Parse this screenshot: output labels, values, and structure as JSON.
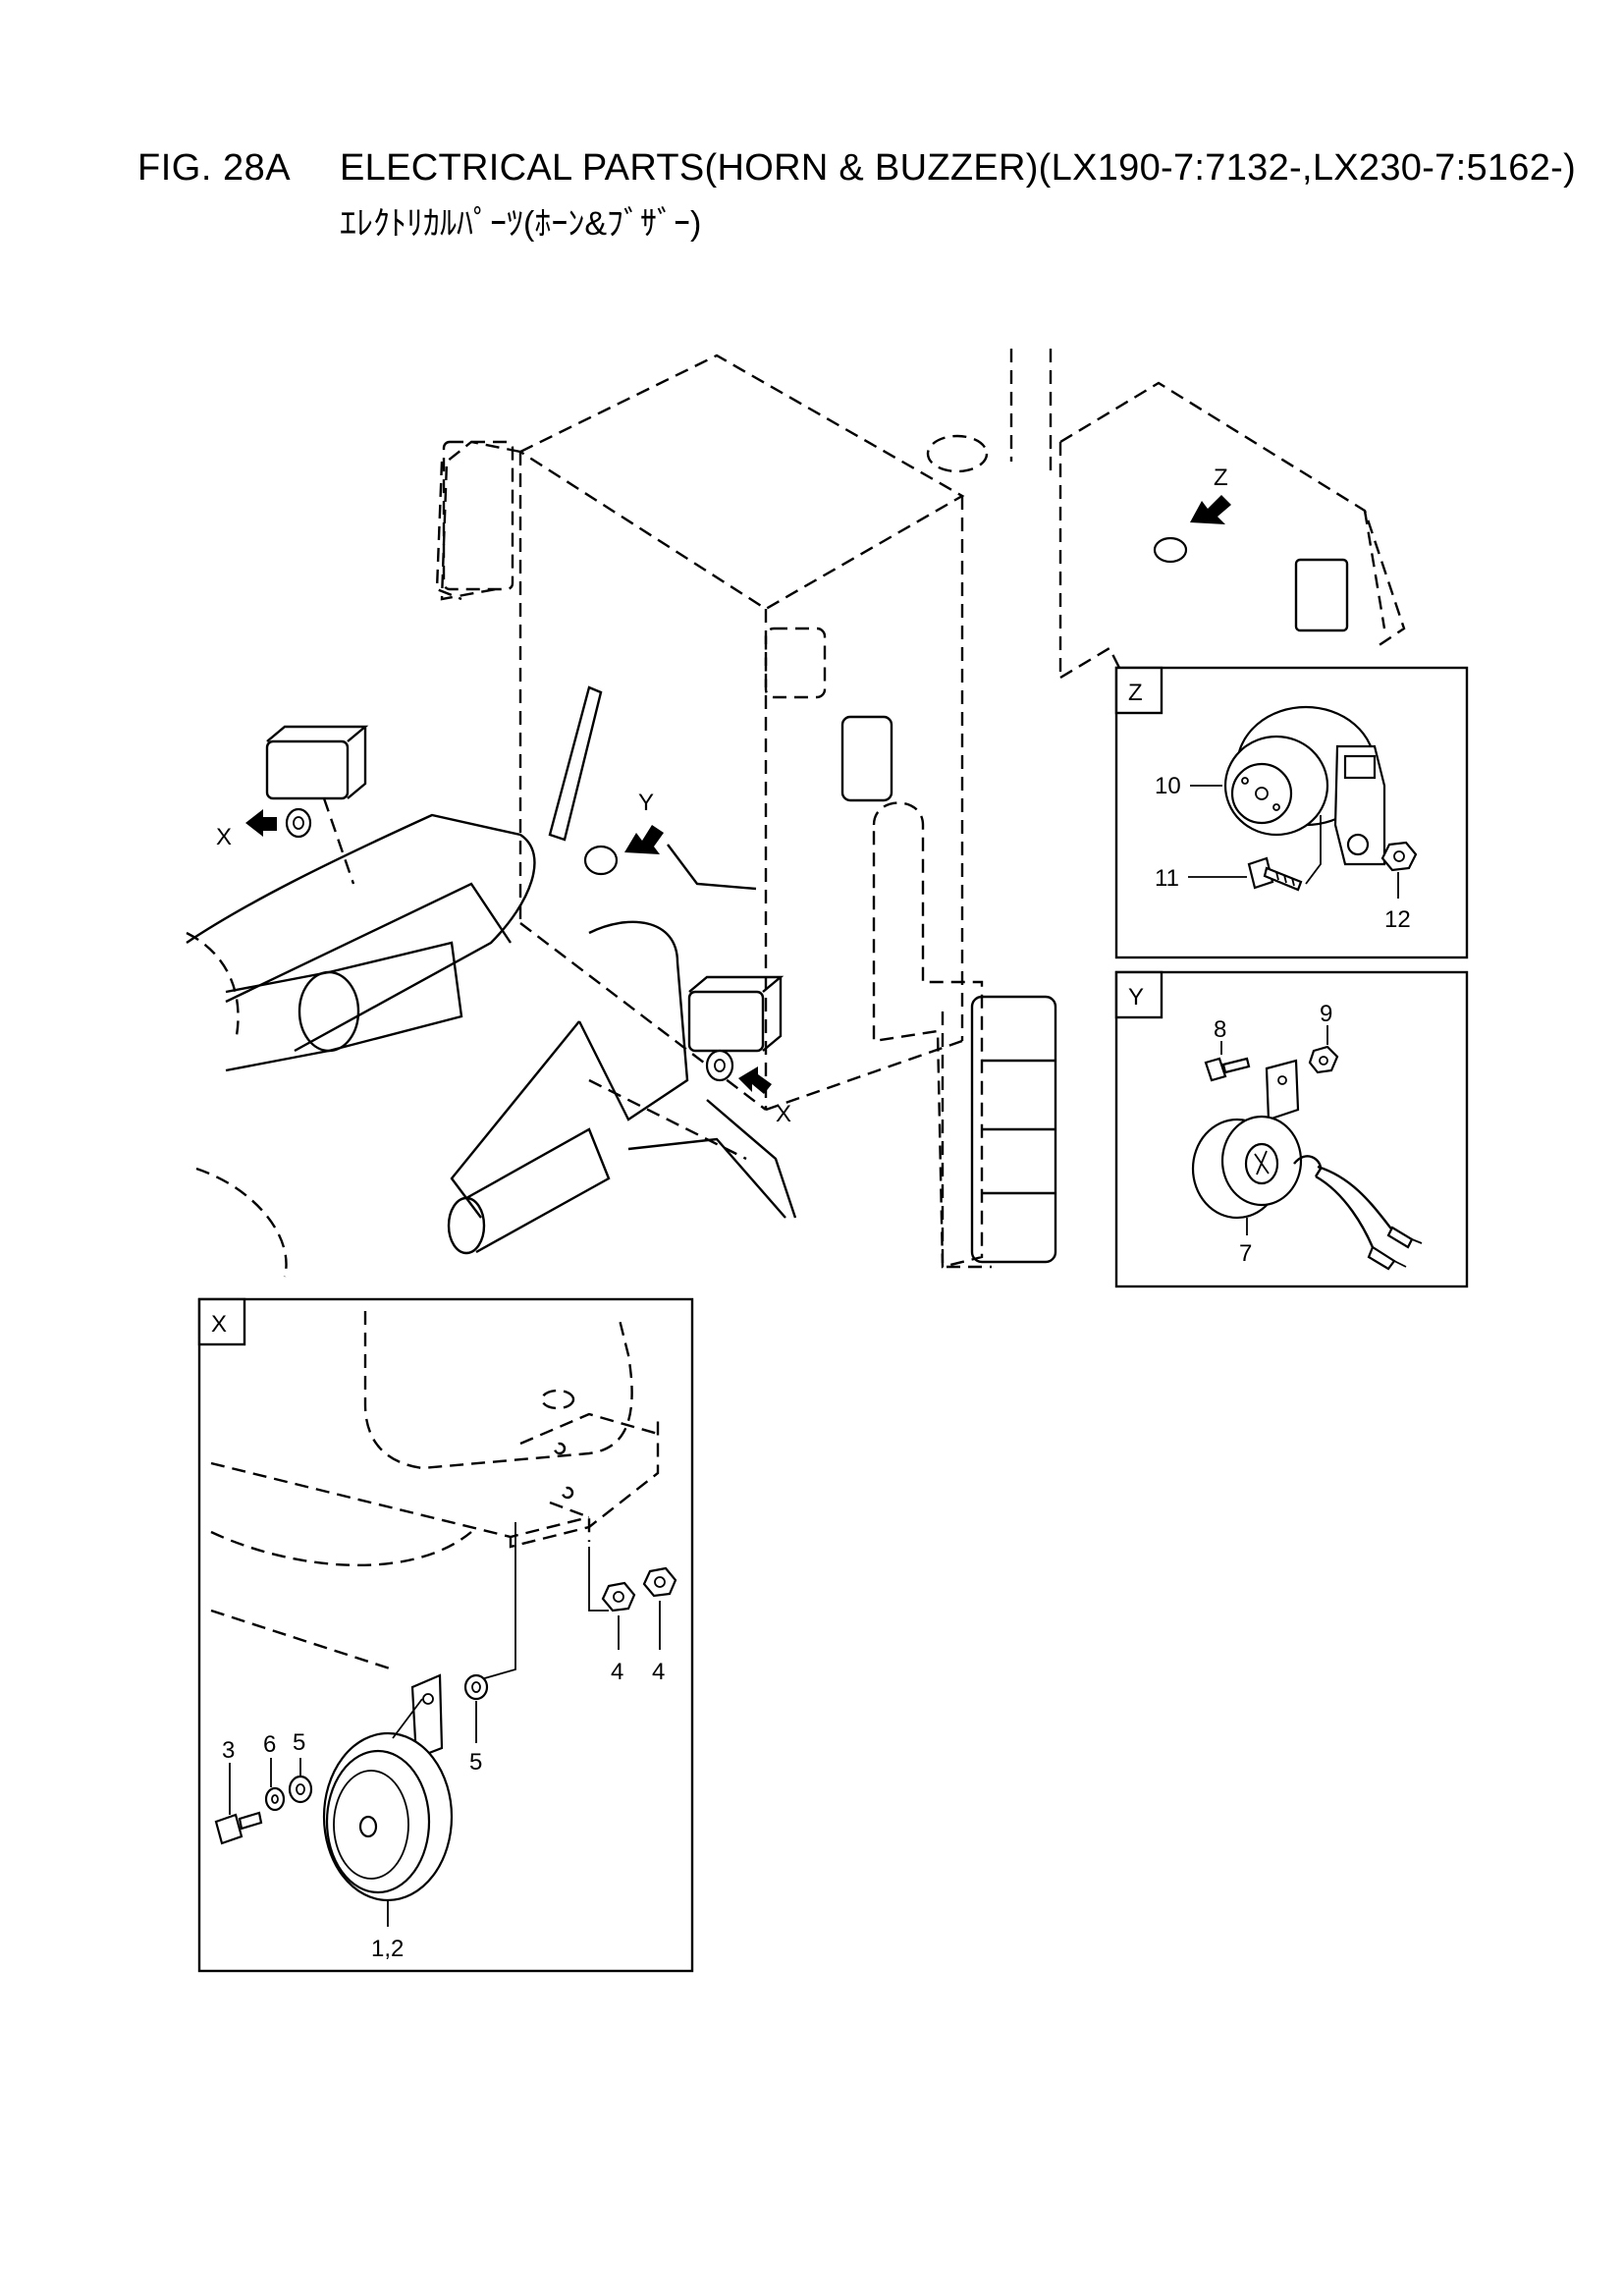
{
  "figure": {
    "number": "FIG. 28A",
    "title": "ELECTRICAL PARTS(HORN & BUZZER)(LX190-7:7132-,LX230-7:5162-)",
    "title_jp": "ｴﾚｸﾄﾘｶﾙﾊﾟｰﾂ(ﾎｰﾝ&ﾌﾞｻﾞｰ)"
  },
  "views": {
    "x": "X",
    "y": "Y",
    "z": "Z"
  },
  "main_labels": {
    "x_left": "X",
    "x_right": "X",
    "y": "Y",
    "z": "Z"
  },
  "callouts": {
    "c10": "10",
    "c11": "11",
    "c12": "12",
    "c8": "8",
    "c9": "9",
    "c7": "7",
    "c4a": "4",
    "c4b": "4",
    "c3": "3",
    "c6": "6",
    "c5a": "5",
    "c5b": "5",
    "c12b": "1,2"
  }
}
